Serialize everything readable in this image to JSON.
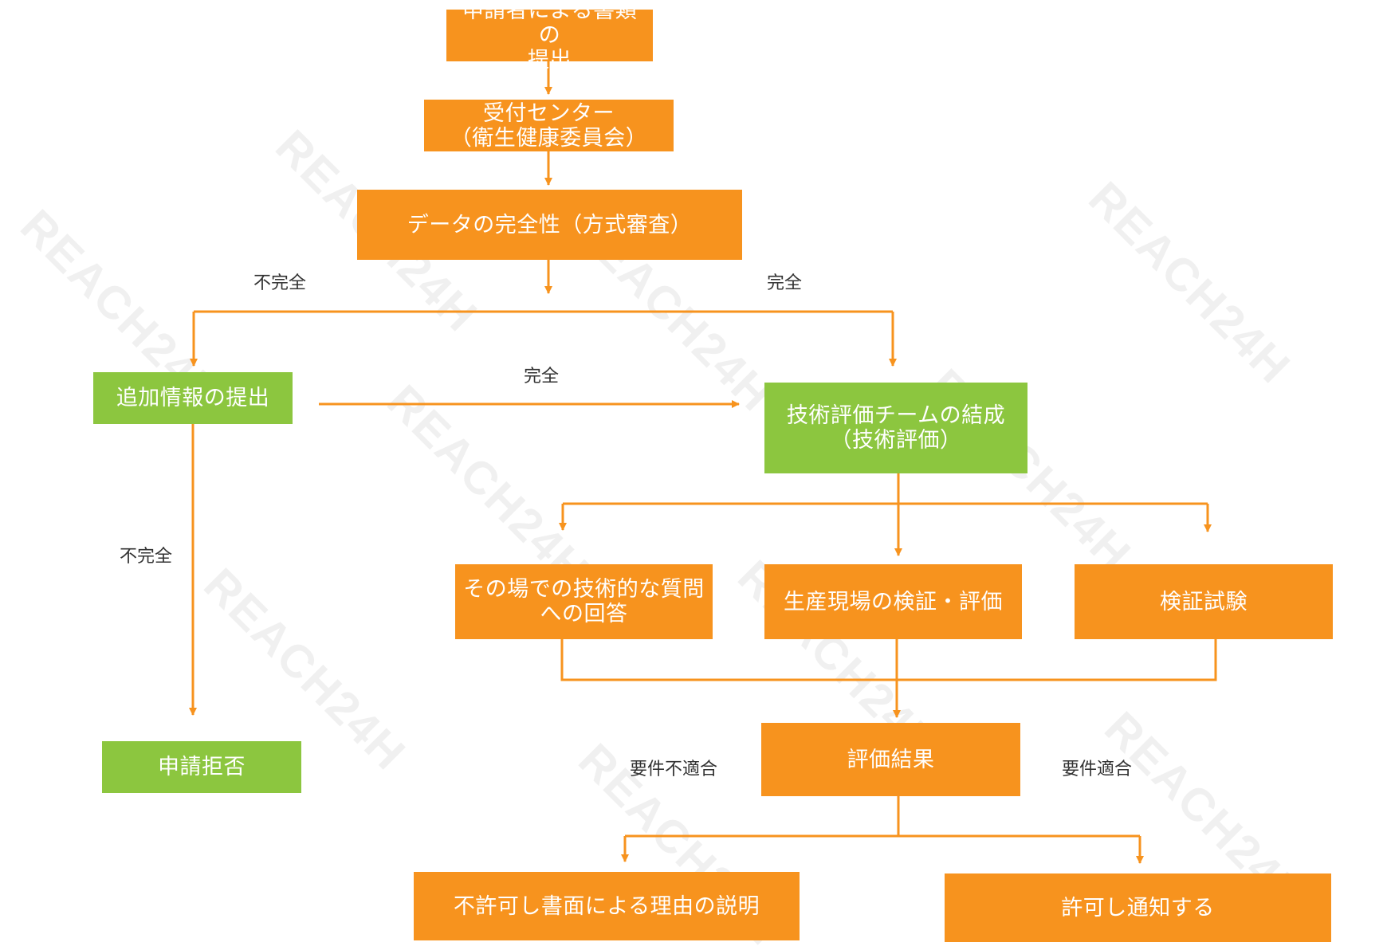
{
  "colors": {
    "process": "#f7931e",
    "outcome": "#8cc63f",
    "connector": "#f7931e",
    "label_text": "#333333"
  },
  "watermark": "REACH24H",
  "nodes": {
    "submit_documents": "申請者による書類の\n提出",
    "reception_center": "受付センター\n（衛生健康委員会）",
    "data_completeness": "データの完全性（方式審査）",
    "additional_info": "追加情報の提出",
    "tech_team": "技術評価チームの結成\n（技術評価）",
    "onsite_qa": "その場での技術的な質問\nへの回答",
    "production_site": "生産現場の検証・評価",
    "verification_test": "検証試験",
    "application_rejected": "申請拒否",
    "evaluation_result": "評価結果",
    "disapproval": "不許可し書面による理由の説明",
    "approval": "許可し通知する"
  },
  "edge_labels": {
    "incomplete_top": "不完全",
    "complete_top": "完全",
    "complete_mid": "完全",
    "incomplete_left": "不完全",
    "not_meeting": "要件不適合",
    "meeting": "要件適合"
  }
}
